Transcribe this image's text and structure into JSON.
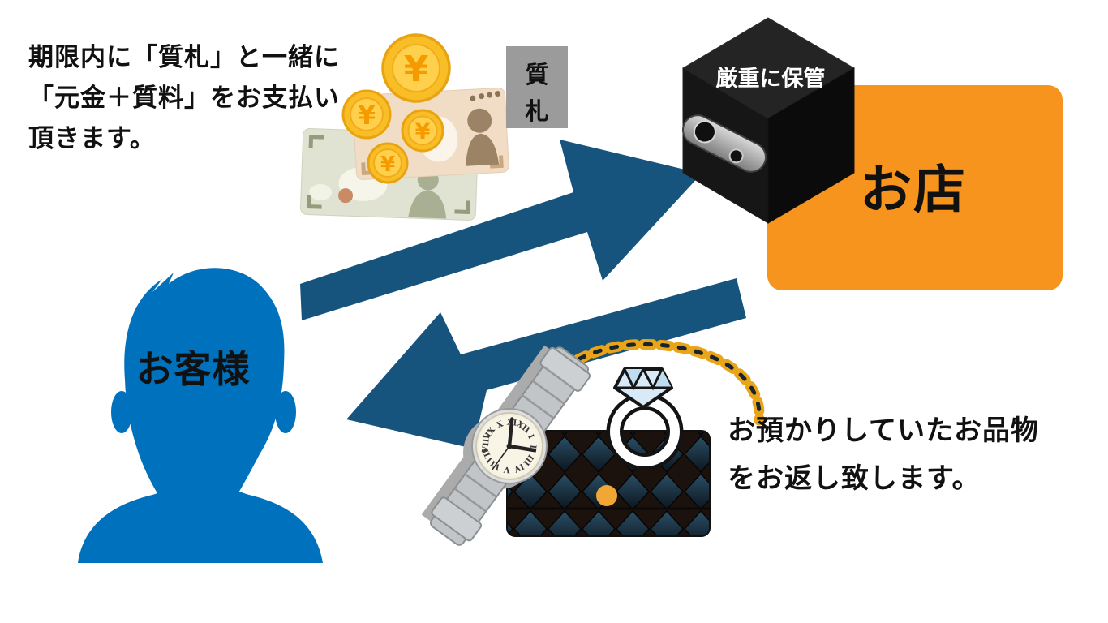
{
  "payment_note": {
    "lines": [
      "期限内に「質札」と一緒に",
      "「元金＋質料」をお支払い",
      "頂きます。"
    ]
  },
  "return_note": {
    "lines": [
      "お預かりしていたお品物",
      "をお返し致します。"
    ]
  },
  "money": {
    "yen_symbol": "¥"
  },
  "pawn_tag": {
    "char_top": "質",
    "char_bottom": "札"
  },
  "safe": {
    "label": "厳重に保管"
  },
  "shop": {
    "label": "お店"
  },
  "customer": {
    "label": "お客様"
  },
  "watch": {
    "numerals": [
      "XII",
      "I",
      "II",
      "III",
      "IV",
      "V",
      "VI",
      "VII",
      "VIII",
      "IX",
      "X",
      "XI"
    ]
  },
  "colors": {
    "arrow_blue": "#16547E",
    "customer_blue": "#0071BC",
    "shop_orange": "#F7941E",
    "tag_gray": "#9B9B9B",
    "coin_gold": "#F9BE25",
    "coin_yen": "#F59B00",
    "chain_gold": "#E9A418",
    "safe_black": "#141414",
    "bag_navy": "#2A4F66",
    "text_black": "#111111"
  }
}
